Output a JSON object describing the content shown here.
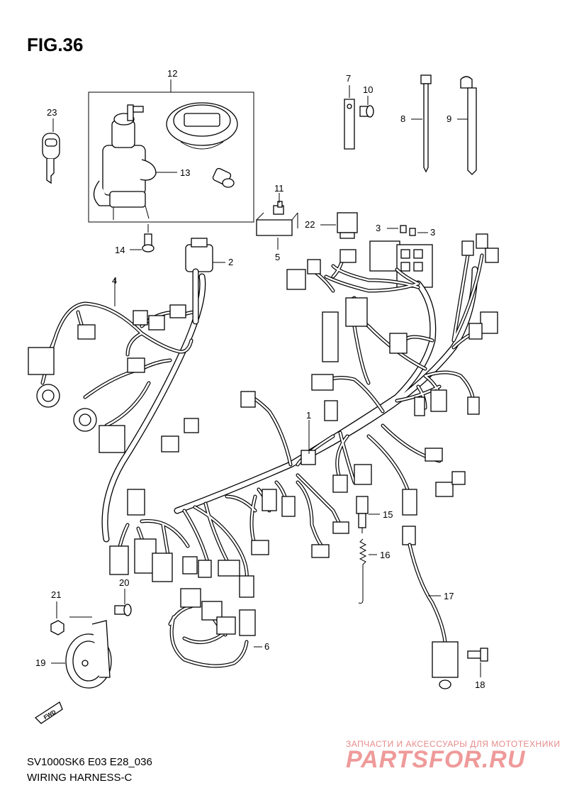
{
  "figure": {
    "title": "FIG.36"
  },
  "footer": {
    "model_code": "SV1000SK6 E03 E28_036",
    "section_name": "WIRING HARNESS-C"
  },
  "watermark": {
    "tagline": "ЗАПЧАСТИ И АКСЕССУАРЫ ДЛЯ МОТОТЕХНИКИ",
    "logo": "PARTSFOR.RU"
  },
  "callouts": {
    "p1": "1",
    "p2": "2",
    "p3a": "3",
    "p3b": "3",
    "p4": "4",
    "p5": "5",
    "p6": "6",
    "p7": "7",
    "p8": "8",
    "p9": "9",
    "p10": "10",
    "p11": "11",
    "p12": "12",
    "p13": "13",
    "p14": "14",
    "p15": "15",
    "p16": "16",
    "p17": "17",
    "p18": "18",
    "p19": "19",
    "p20": "20",
    "p21": "21",
    "p22": "22",
    "p23": "23"
  },
  "orientation_badge": "FWD"
}
